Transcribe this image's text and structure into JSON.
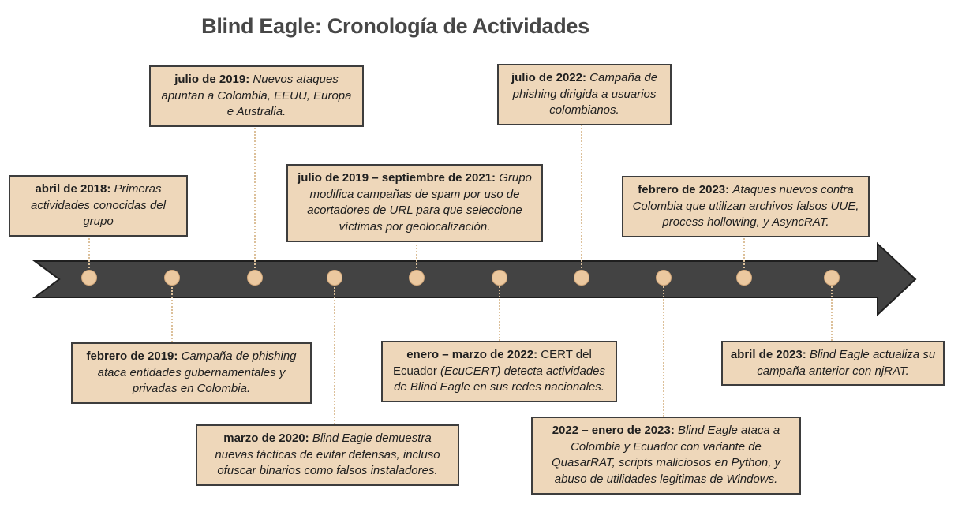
{
  "title": "Blind Eagle: Cronología de Actividades",
  "colors": {
    "box_fill": "#eed7ba",
    "box_border": "#3d3d3d",
    "arrow_fill": "#434343",
    "arrow_outline": "#1f1f1f",
    "dot_fill": "#ebc89f",
    "connector": "#dcc09a",
    "title_text": "#474747"
  },
  "timeline": {
    "orientation": "horizontal",
    "direction": "right",
    "marker_count": 10
  },
  "events": [
    {
      "date": "abril de 2018:",
      "text": "Primeras actividades conocidas del grupo",
      "position": "above"
    },
    {
      "date": "febrero de 2019:",
      "text": "Campaña de phishing ataca entidades gubernamentales y privadas en Colombia.",
      "position": "below"
    },
    {
      "date": "julio de 2019:",
      "text": "Nuevos ataques apuntan a Colombia, EEUU, Europa e Australia.",
      "position": "above"
    },
    {
      "date": "marzo de 2020:",
      "text": "Blind Eagle demuestra nuevas tácticas de evitar defensas, incluso ofuscar binarios como falsos instaladores.",
      "position": "below"
    },
    {
      "date": "julio de 2019 – septiembre de 2021:",
      "text": "Grupo modifica campañas de spam por uso de acortadores de URL para que seleccione víctimas por geolocalización.",
      "position": "above"
    },
    {
      "date": "enero – marzo de 2022:",
      "plain": "CERT del Ecuador",
      "text": "(EcuCERT) detecta actividades de Blind Eagle en sus redes nacionales.",
      "position": "below"
    },
    {
      "date": "julio de 2022:",
      "text": "Campaña de phishing dirigida a usuarios colombianos.",
      "position": "above"
    },
    {
      "date": "2022 – enero de 2023:",
      "text": "Blind Eagle ataca a Colombia y Ecuador con variante de QuasarRAT, scripts maliciosos en Python, y abuso de utilidades legitimas de Windows.",
      "position": "below"
    },
    {
      "date": "febrero de 2023:",
      "text": "Ataques nuevos contra Colombia que utilizan archivos falsos UUE, process hollowing, y AsyncRAT.",
      "position": "above"
    },
    {
      "date": "abril de 2023:",
      "text": "Blind Eagle actualiza su campaña anterior con njRAT.",
      "position": "below"
    }
  ]
}
